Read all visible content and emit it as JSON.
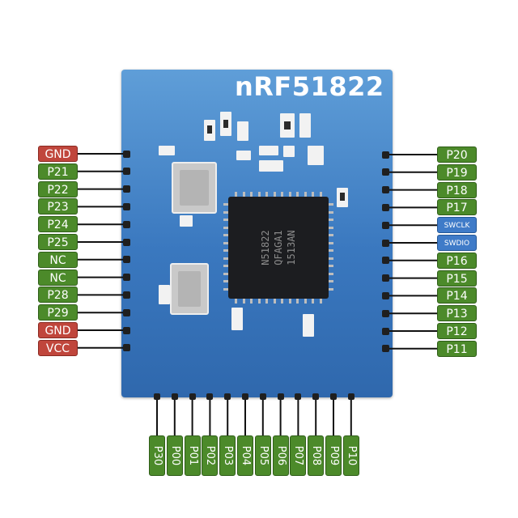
{
  "board": {
    "title": "nRF51822",
    "chip_lines": [
      "N51822",
      "QFAGA1",
      "1513AN"
    ]
  },
  "pins": {
    "left": [
      {
        "label": "GND",
        "color": "red"
      },
      {
        "label": "P21",
        "color": "green"
      },
      {
        "label": "P22",
        "color": "green"
      },
      {
        "label": "P23",
        "color": "green"
      },
      {
        "label": "P24",
        "color": "green"
      },
      {
        "label": "P25",
        "color": "green"
      },
      {
        "label": "NC",
        "color": "green"
      },
      {
        "label": "NC",
        "color": "green"
      },
      {
        "label": "P28",
        "color": "green"
      },
      {
        "label": "P29",
        "color": "green"
      },
      {
        "label": "GND",
        "color": "red"
      },
      {
        "label": "VCC",
        "color": "red"
      }
    ],
    "right": [
      {
        "label": "P20",
        "color": "green"
      },
      {
        "label": "P19",
        "color": "green"
      },
      {
        "label": "P18",
        "color": "green"
      },
      {
        "label": "P17",
        "color": "green"
      },
      {
        "label": "SWCLK",
        "color": "blue"
      },
      {
        "label": "SWDIO",
        "color": "blue"
      },
      {
        "label": "P16",
        "color": "green"
      },
      {
        "label": "P15",
        "color": "green"
      },
      {
        "label": "P14",
        "color": "green"
      },
      {
        "label": "P13",
        "color": "green"
      },
      {
        "label": "P12",
        "color": "green"
      },
      {
        "label": "P11",
        "color": "green"
      }
    ],
    "bottom": [
      {
        "label": "P30",
        "color": "green"
      },
      {
        "label": "P00",
        "color": "green"
      },
      {
        "label": "P01",
        "color": "green"
      },
      {
        "label": "P02",
        "color": "green"
      },
      {
        "label": "P03",
        "color": "green"
      },
      {
        "label": "P04",
        "color": "green"
      },
      {
        "label": "P05",
        "color": "green"
      },
      {
        "label": "P06",
        "color": "green"
      },
      {
        "label": "P07",
        "color": "green"
      },
      {
        "label": "P08",
        "color": "green"
      },
      {
        "label": "P09",
        "color": "green"
      },
      {
        "label": "P10",
        "color": "green"
      }
    ]
  },
  "colors": {
    "board": "#3a78bf",
    "pin_green": "#4c8a2a",
    "pin_red": "#c0463c",
    "pin_blue": "#3f7bc8",
    "chip": "#1c1d20"
  }
}
